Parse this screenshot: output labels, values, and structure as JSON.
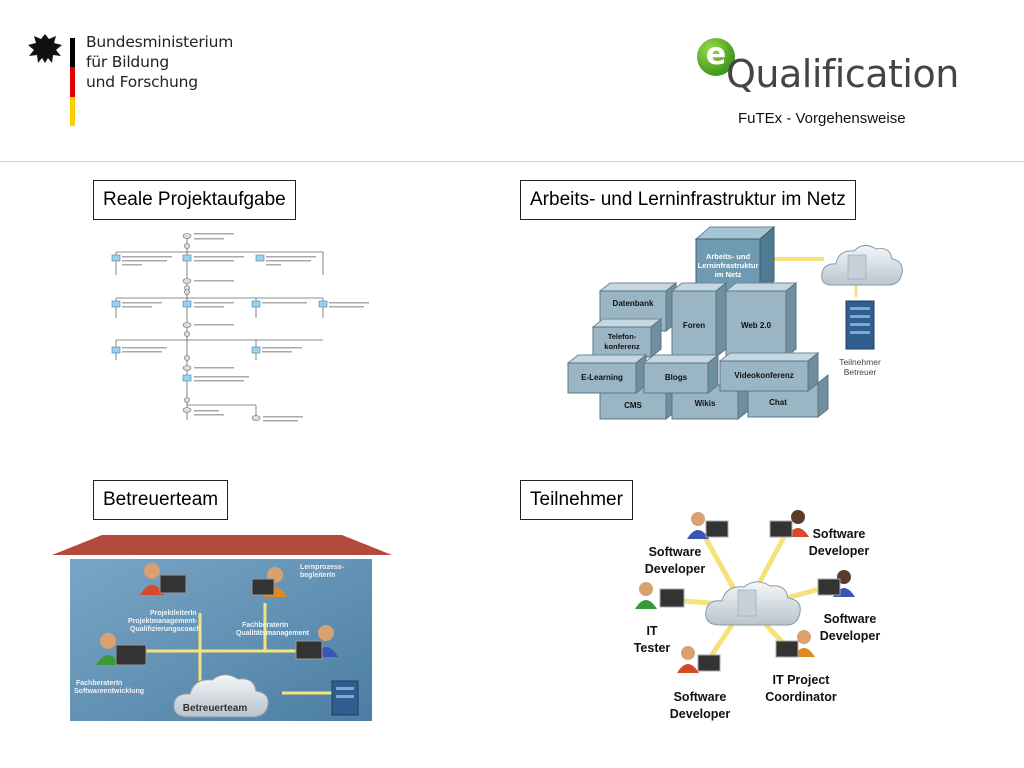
{
  "header": {
    "bmbf_lines": [
      "Bundesministerium",
      "für Bildung",
      "und Forschung"
    ],
    "eq_letter": "e",
    "eq_word": "Qualification",
    "subtitle": "FuTEx - Vorgehensweise"
  },
  "sections": {
    "task": {
      "label": "Reale Projektaufgabe"
    },
    "infra": {
      "label": "Arbeits- und Lerninfrastruktur im Netz",
      "top_block": [
        "Arbeits- und",
        "Lerninfrastruktur",
        "im Netz"
      ],
      "blocks": [
        "Datenbank",
        "Foren",
        "Web 2.0",
        "Telefon-",
        "konferenz",
        "E-Learning",
        "Blogs",
        "Videokonferenz",
        "CMS",
        "Wikis",
        "Chat"
      ],
      "participant_lines": [
        "Teilnehmer",
        "Betreuer"
      ]
    },
    "team": {
      "label": "Betreuerteam",
      "roles": {
        "lpb": [
          "Lernprozess-",
          "begleiterIn"
        ],
        "pl": [
          "ProjektleiterIn",
          "Projektmanagement-",
          "Qualifizierungscoach"
        ],
        "fq": [
          "FachberaterIn",
          "Qualitätsmanagement"
        ],
        "fs": [
          "FachberaterIn",
          "Softwareentwicklung"
        ]
      },
      "cloud_label": "Betreuerteam"
    },
    "participants": {
      "label": "Teilnehmer",
      "roles": {
        "sd_top_left": [
          "Software",
          "Developer"
        ],
        "sd_top_right": [
          "Software",
          "Developer"
        ],
        "sd_right": [
          "Software",
          "Developer"
        ],
        "it_tester": [
          "IT",
          "Tester"
        ],
        "sd_bottom": [
          "Software",
          "Developer"
        ],
        "it_coord": [
          "IT Project",
          "Coordinator"
        ]
      }
    }
  },
  "colors": {
    "flag_black": "#000000",
    "flag_red": "#dd0000",
    "flag_gold": "#ffcc00",
    "logo_green": "#5aad24",
    "divider": "#f2c9a1",
    "block_face": "#9ab6c4",
    "team_panel": "#5f90b2",
    "roof": "#b44a3e",
    "connector_yellow": "#f5e27a"
  }
}
